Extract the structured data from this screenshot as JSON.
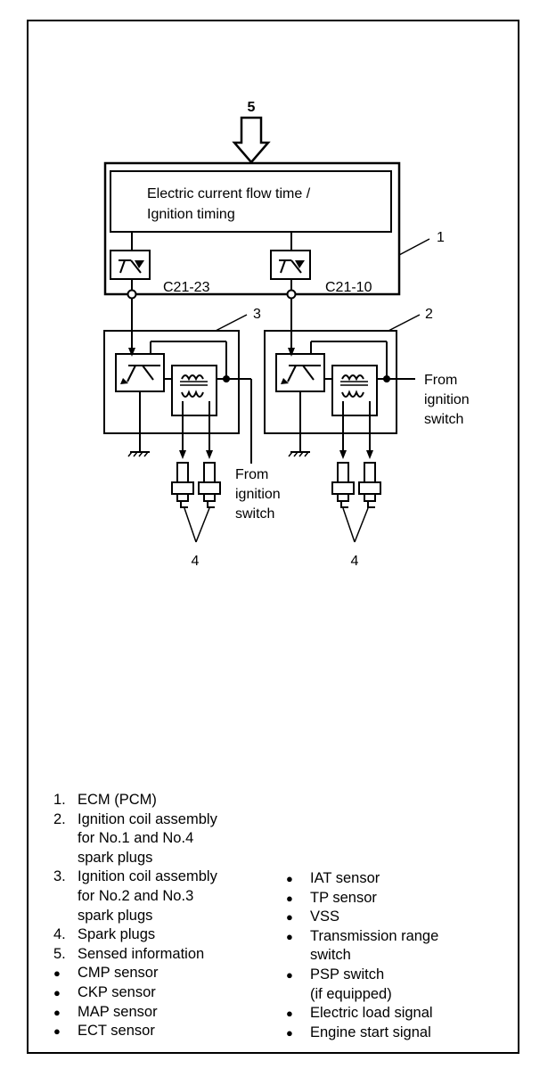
{
  "diagram": {
    "callouts": {
      "sensed": "5",
      "ecm": "1",
      "coil_left": "3",
      "coil_right": "2",
      "plugs_left": "4",
      "plugs_right": "4"
    },
    "ecm_box_text": [
      "Electric current flow time /",
      "Ignition timing"
    ],
    "terminals": {
      "left": "C21-23",
      "right": "C21-10"
    },
    "from_ignition_left": [
      "From",
      "ignition",
      "switch"
    ],
    "from_ignition_right": [
      "From",
      "ignition",
      "switch"
    ]
  },
  "legend": {
    "left": [
      {
        "marker": "1.",
        "lines": [
          "ECM (PCM)"
        ]
      },
      {
        "marker": "2.",
        "lines": [
          "Ignition coil assembly",
          "for No.1 and No.4",
          "spark plugs"
        ]
      },
      {
        "marker": "3.",
        "lines": [
          "Ignition coil assembly",
          "for No.2 and No.3",
          "spark plugs"
        ]
      },
      {
        "marker": "4.",
        "lines": [
          "Spark plugs"
        ]
      },
      {
        "marker": "5.",
        "lines": [
          "Sensed information"
        ]
      },
      {
        "marker": "●",
        "lines": [
          "CMP sensor"
        ]
      },
      {
        "marker": "●",
        "lines": [
          "CKP sensor"
        ]
      },
      {
        "marker": "●",
        "lines": [
          "MAP sensor"
        ]
      },
      {
        "marker": "●",
        "lines": [
          "ECT sensor"
        ]
      }
    ],
    "right": [
      {
        "marker": "●",
        "lines": [
          "IAT sensor"
        ]
      },
      {
        "marker": "●",
        "lines": [
          "TP sensor"
        ]
      },
      {
        "marker": "●",
        "lines": [
          "VSS"
        ]
      },
      {
        "marker": "●",
        "lines": [
          "Transmission range",
          "switch"
        ]
      },
      {
        "marker": "●",
        "lines": [
          "PSP switch",
          "(if equipped)"
        ]
      },
      {
        "marker": "●",
        "lines": [
          "Electric load signal"
        ]
      },
      {
        "marker": "●",
        "lines": [
          "Engine start signal"
        ]
      }
    ]
  }
}
